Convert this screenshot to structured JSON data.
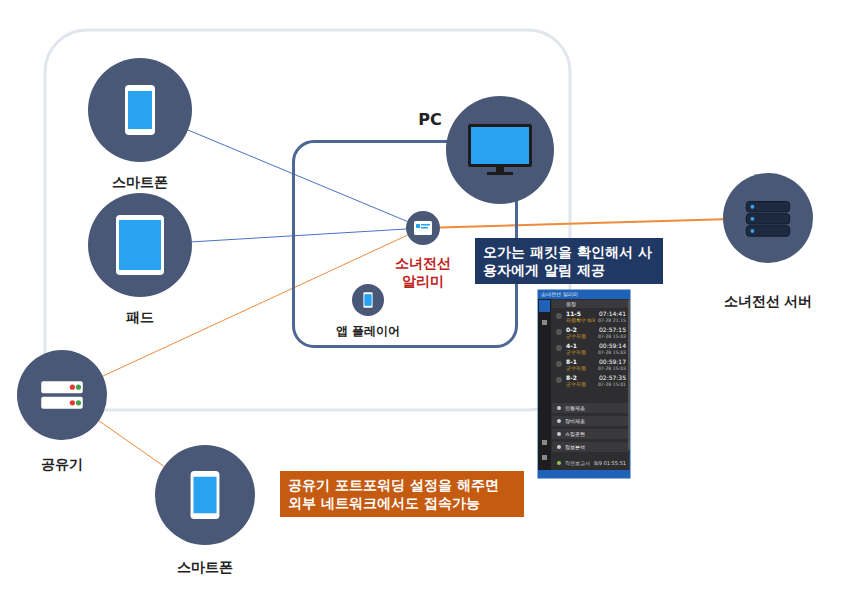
{
  "diagram": {
    "nodes": [
      {
        "text": [
          "스마트폰"
        ]
      },
      {
        "text": [
          "패드"
        ]
      },
      {
        "text": [
          "PC"
        ]
      },
      {
        "text": [
          "소녀전선 알리미"
        ],
        "in": 2
      },
      {
        "text": [
          "앱 플레이어"
        ],
        "in": 2
      },
      {
        "text": [
          "공유기"
        ]
      },
      {
        "text": [
          "스마트폰"
        ]
      },
      {
        "text": [
          "소녀전선 서버"
        ]
      },
      {
        "text": [
          "오가는 패킷을 확인해서 사용자에게 알림 제공"
        ]
      },
      {
        "text": [
          "공유기 포트포워딩 설정을 해주면 외부 네트워크에서도 접속가능"
        ]
      }
    ],
    "edges": [
      {
        "from": 0,
        "to": 3,
        "arrow": "none"
      },
      {
        "from": 1,
        "to": 3,
        "arrow": "none"
      },
      {
        "from": 5,
        "to": 3,
        "arrow": "none"
      },
      {
        "from": 5,
        "to": 6,
        "arrow": "none"
      },
      {
        "from": 3,
        "to": 7,
        "arrow": "none"
      }
    ],
    "labels": [
      "소녀전선 알리미",
      "원정",
      "11-5",
      "07:14:41",
      "자원회수 0/3",
      "07-28 21:15",
      "0-2",
      "02:57:15",
      "군수지원",
      "07-28 15:03",
      "4-1",
      "00:59:14",
      "군수지원",
      "07-28 15:03",
      "8-1",
      "00:59:17",
      "군수지원",
      "07-28 15:03",
      "8-2",
      "02:57:35",
      "군수지원",
      "07-28 15:01",
      "인형제조",
      "장비제조",
      "스킬훈련",
      "정보분석",
      "작전보고서",
      "8/9 01:55:51"
    ]
  }
}
